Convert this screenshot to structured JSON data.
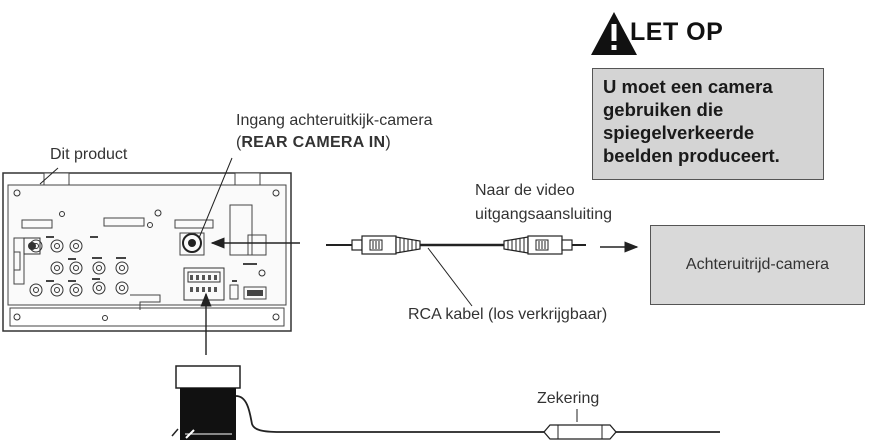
{
  "caution": {
    "title": "LET OP",
    "message": "U moet een camera gebruiken die spiegelverkeerde beelden produceert."
  },
  "labels": {
    "input_line1": "Ingang achteruitkijk-camera",
    "input_paren_open": "(",
    "input_connector": "REAR CAMERA IN",
    "input_paren_close": ")",
    "product": "Dit product",
    "video_out_line1": "Naar de video",
    "video_out_line2": "uitgangsaansluiting",
    "rca_cable": "RCA kabel  (los verkrijgbaar)",
    "fuse": "Zekering"
  },
  "camera": {
    "label": "Achteruitrijd-camera"
  },
  "colors": {
    "box_fill": "#d4d4d4",
    "line": "#222222"
  },
  "icons": {
    "caution": "warning-triangle-icon"
  }
}
